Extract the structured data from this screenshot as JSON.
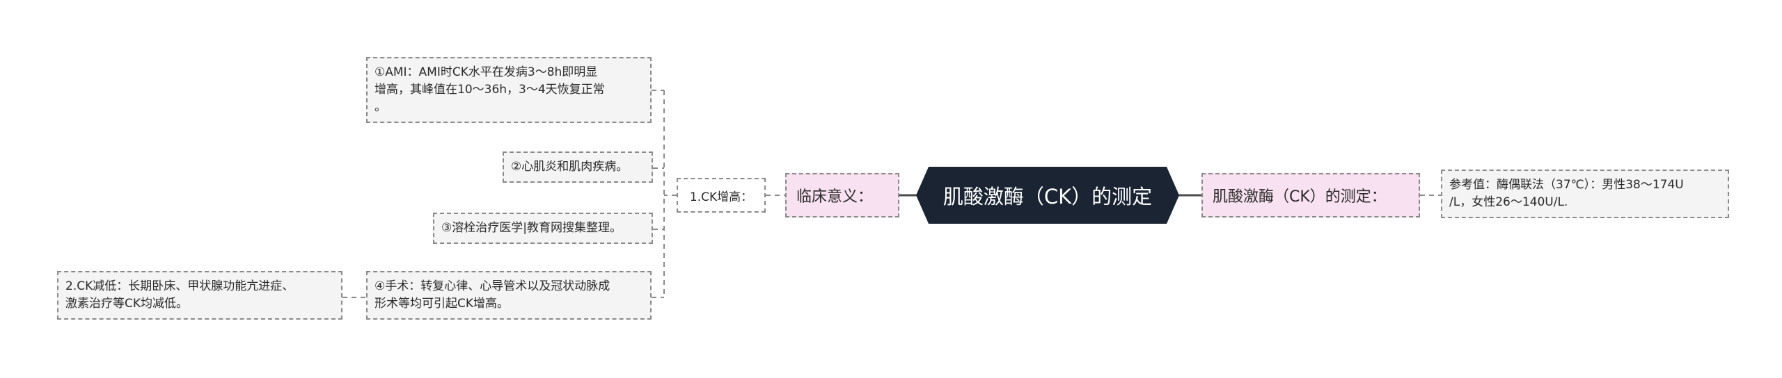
{
  "center": {
    "title": "肌酸激酶（CK）的测定"
  },
  "left_branch": {
    "title": "临床意义：",
    "group_ck_increase": {
      "title": "1.CK增高：",
      "items": [
        {
          "lines": [
            "①AMI：AMI时CK水平在发病3～8h即明显",
            "增高，其峰值在10～36h，3～4天恢复正常",
            "。"
          ]
        },
        {
          "lines": [
            "②心肌炎和肌肉疾病。"
          ]
        },
        {
          "lines": [
            "③溶栓治疗医学|教育网搜集整理。"
          ]
        },
        {
          "lines": [
            "④手术：转复心律、心导管术以及冠状动脉成",
            "形术等均可引起CK增高。"
          ]
        }
      ]
    },
    "ck_decrease": {
      "lines": [
        "2.CK减低：长期卧床、甲状腺功能亢进症、",
        "激素治疗等CK均减低。"
      ]
    }
  },
  "right_branch": {
    "title": "肌酸激酶（CK）的测定：",
    "reference": {
      "lines": [
        "参考值：酶偶联法（37℃）：男性38～174U",
        "/L，女性26～140U/L."
      ]
    }
  },
  "colors": {
    "center_fill": "#1a2433",
    "pink_fill": "#f8e1f0",
    "note_fill": "#f4f4f4",
    "border": "#8a8a8a",
    "line": "#4a4a4a"
  }
}
